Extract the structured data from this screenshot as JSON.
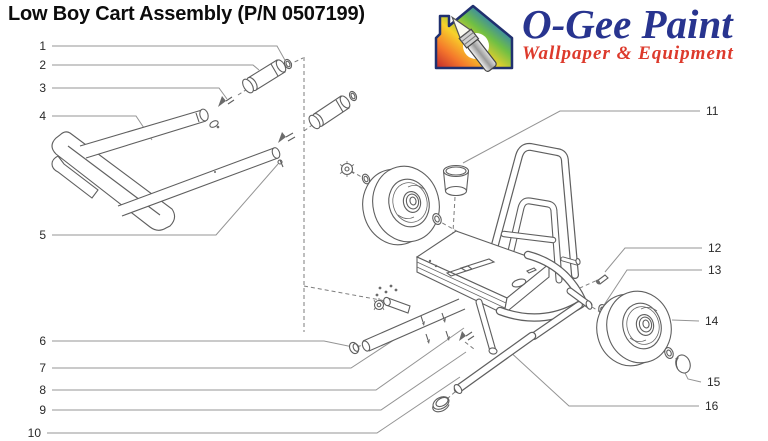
{
  "title": "Low Boy Cart Assembly (P/N 0507199)",
  "logo": {
    "name": "O-Gee Paint",
    "tagline": "Wallpaper & Equipment",
    "icon": "house-paintbrush-icon",
    "name_color": "#28348f",
    "tagline_color": "#dd3a2c"
  },
  "diagram": {
    "kind": "exploded-parts-line-drawing",
    "line_color": "#5f5f5f",
    "leader_color": "#949494",
    "callouts": [
      {
        "num": "1"
      },
      {
        "num": "2"
      },
      {
        "num": "3"
      },
      {
        "num": "4"
      },
      {
        "num": "5"
      },
      {
        "num": "6"
      },
      {
        "num": "7"
      },
      {
        "num": "8"
      },
      {
        "num": "9"
      },
      {
        "num": "10"
      },
      {
        "num": "11"
      },
      {
        "num": "12"
      },
      {
        "num": "13"
      },
      {
        "num": "14"
      },
      {
        "num": "15"
      },
      {
        "num": "16"
      }
    ]
  }
}
